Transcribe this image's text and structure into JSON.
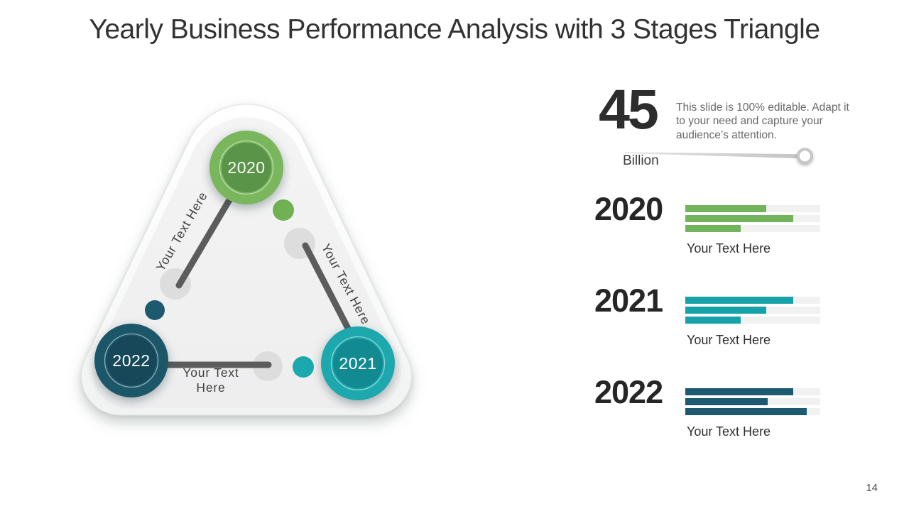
{
  "slide": {
    "title": "Yearly Business Performance Analysis with 3 Stages Triangle",
    "page_number": "14"
  },
  "triangle": {
    "stages": [
      {
        "year": "2020",
        "outer_color": "#79B65C",
        "inner_color": "#5A9448",
        "dot_color": "#70B253"
      },
      {
        "year": "2021",
        "outer_color": "#1CA8AC",
        "inner_color": "#128A92",
        "dot_color": "#1CA9AD"
      },
      {
        "year": "2022",
        "outer_color": "#1C5769",
        "inner_color": "#16485A",
        "dot_color": "#1D5A70"
      }
    ],
    "edge_labels": {
      "left": "Your Text Here",
      "right": "Your Text Here",
      "bottom_line1": "Your Text",
      "bottom_line2": "Here"
    }
  },
  "stat": {
    "value": "45",
    "unit": "Billion",
    "description": "This slide is 100% editable. Adapt it to your need and capture your audience’s attention."
  },
  "year_rows": [
    {
      "year": "2020",
      "caption": "Your Text Here",
      "color": "#72B35B",
      "values": [
        60,
        80,
        41
      ]
    },
    {
      "year": "2021",
      "caption": "Your Text Here",
      "color": "#17A2A9",
      "values": [
        80,
        60,
        41
      ]
    },
    {
      "year": "2022",
      "caption": "Your Text Here",
      "color": "#1D5970",
      "values": [
        80,
        61,
        90
      ]
    }
  ],
  "chart_data": [
    {
      "type": "bar",
      "title": "2020",
      "orientation": "horizontal",
      "categories": [
        "bar-1",
        "bar-2",
        "bar-3"
      ],
      "values": [
        60,
        80,
        41
      ],
      "unit": "percent-of-track",
      "ylim": [
        0,
        100
      ],
      "color": "#72B35B",
      "caption": "Your Text Here",
      "grid": false,
      "legend": "none"
    },
    {
      "type": "bar",
      "title": "2021",
      "orientation": "horizontal",
      "categories": [
        "bar-1",
        "bar-2",
        "bar-3"
      ],
      "values": [
        80,
        60,
        41
      ],
      "unit": "percent-of-track",
      "ylim": [
        0,
        100
      ],
      "color": "#17A2A9",
      "caption": "Your Text Here",
      "grid": false,
      "legend": "none"
    },
    {
      "type": "bar",
      "title": "2022",
      "orientation": "horizontal",
      "categories": [
        "bar-1",
        "bar-2",
        "bar-3"
      ],
      "values": [
        80,
        61,
        90
      ],
      "unit": "percent-of-track",
      "ylim": [
        0,
        100
      ],
      "color": "#1D5970",
      "caption": "Your Text Here",
      "grid": false,
      "legend": "none"
    }
  ]
}
